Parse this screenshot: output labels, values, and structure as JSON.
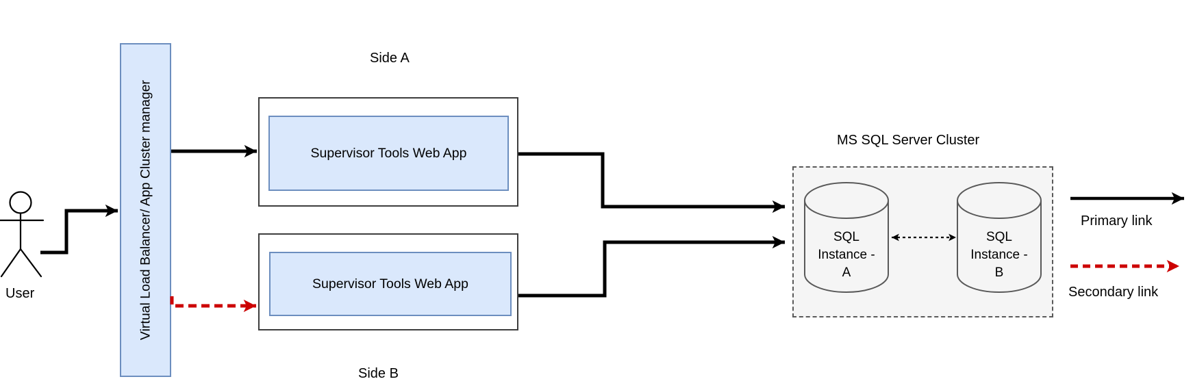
{
  "diagram": {
    "user_label": "User",
    "load_balancer_label": "Virtual Load Balancer/ App Cluster manager",
    "side_a": {
      "title": "Side A",
      "app": "Supervisor Tools Web App"
    },
    "side_b": {
      "title": "Side B",
      "app": "Supervisor Tools Web App"
    },
    "sql_cluster": {
      "title": "MS SQL Server Cluster",
      "instance_a_lines": [
        "SQL",
        "Instance -",
        "A"
      ],
      "instance_b_lines": [
        "SQL",
        "Instance -",
        "B"
      ]
    },
    "legend": {
      "primary_label": "Primary link",
      "secondary_label": "Secondary link"
    },
    "colors": {
      "primary_link": "#000000",
      "secondary_link": "#cc0000",
      "node_fill": "#dae8fc",
      "node_stroke": "#6c8ebf",
      "container_stroke": "#3d3d3d",
      "cluster_fill": "#f5f5f5",
      "cluster_stroke": "#595959"
    }
  }
}
